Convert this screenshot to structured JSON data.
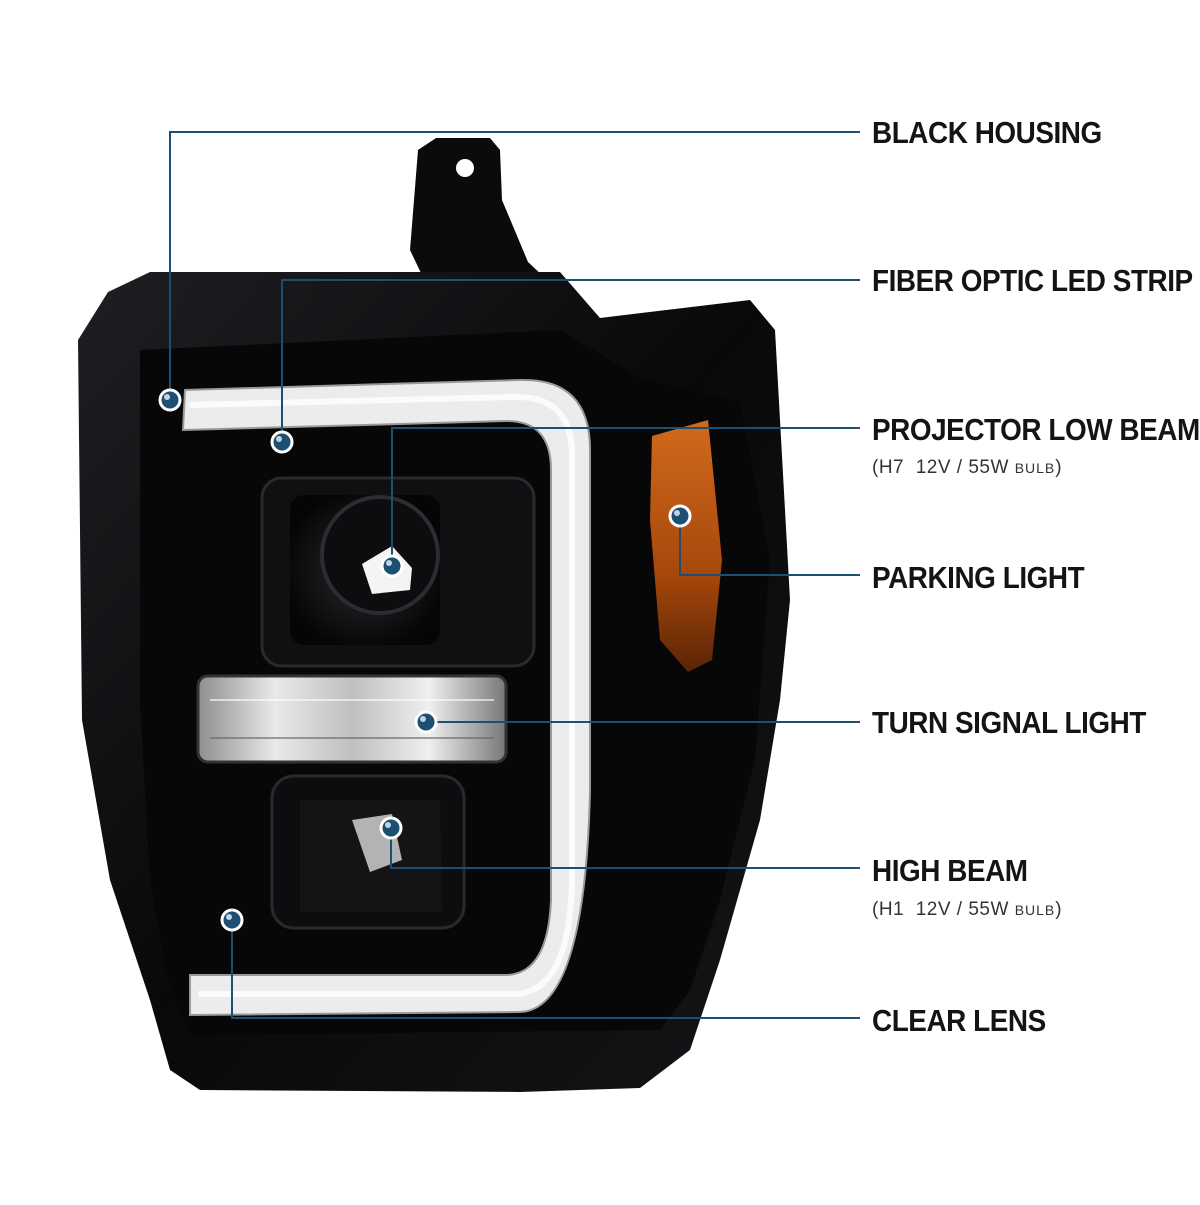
{
  "colors": {
    "callout": "#1d4f73",
    "housing": "#0c0c0e",
    "amber": "#b3530f",
    "led": "#f2f2f2",
    "label_text": "#141414"
  },
  "callouts": [
    {
      "id": "black-housing",
      "label": "BLACK HOUSING"
    },
    {
      "id": "fiber-optic-led-strip",
      "label": "FIBER OPTIC LED STRIP"
    },
    {
      "id": "projector-low-beam",
      "label": "PROJECTOR LOW BEAM",
      "spec": {
        "bulb": "H7",
        "rating": "12V / 55W",
        "suffix": "BULB"
      }
    },
    {
      "id": "parking-light",
      "label": "PARKING LIGHT"
    },
    {
      "id": "turn-signal-light",
      "label": "TURN SIGNAL LIGHT"
    },
    {
      "id": "high-beam",
      "label": "HIGH BEAM",
      "spec": {
        "bulb": "H1",
        "rating": "12V / 55W",
        "suffix": "BULB"
      }
    },
    {
      "id": "clear-lens",
      "label": "CLEAR LENS"
    }
  ]
}
